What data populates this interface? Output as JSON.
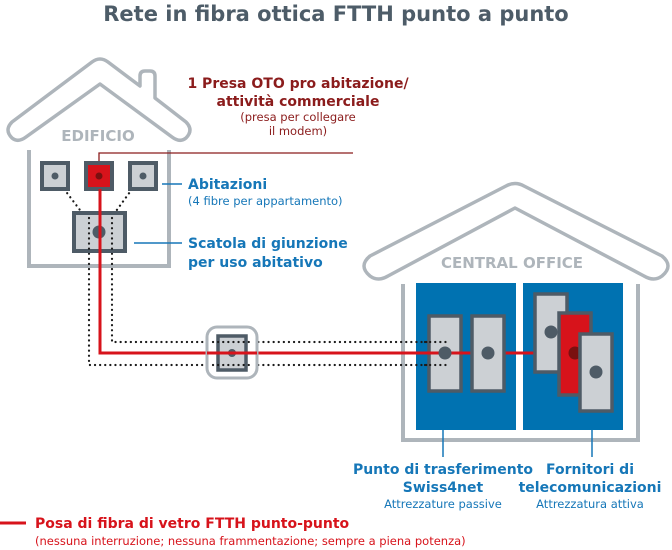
{
  "title": "Rete in fibra ottica FTTH punto a punto",
  "buildings": {
    "edificio": {
      "label": "EDIFICIO"
    },
    "central_office": {
      "label": "CENTRAL OFFICE"
    }
  },
  "callouts": {
    "oto": {
      "title_line1": "1 Presa OTO pro abitazione/",
      "title_line2": "attività commerciale",
      "sub_line1": "(presa per collegare",
      "sub_line2": "il modem)"
    },
    "abitazioni": {
      "title": "Abitazioni",
      "sub": "(4 fibre per appartamento)"
    },
    "scatola": {
      "title_line1": "Scatola di giunzione",
      "title_line2": "per uso abitativo"
    },
    "trasferimento": {
      "title_line1": "Punto di trasferimento",
      "title_line2": "Swiss4net",
      "sub": "Attrezzature passive"
    },
    "fornitori": {
      "title_line1": "Fornitori di",
      "title_line2": "telecomunicazioni",
      "sub": "Attrezzatura attiva"
    }
  },
  "legend": {
    "title": "Posa di fibra di vetro FTTH punto-punto",
    "sub": "(nessuna interruzione; nessuna frammentazione; sempre a piena potenza)"
  },
  "colors": {
    "fiber_red": "#d7131b",
    "oto_dark_red": "#8b1c1c",
    "label_blue": "#1677b8",
    "panel_blue": "#0072b1",
    "box_gray": "#ccd0d4",
    "box_border": "#4e5b66",
    "house_outline": "#aeb5bb",
    "title_gray": "#4d5c68"
  }
}
